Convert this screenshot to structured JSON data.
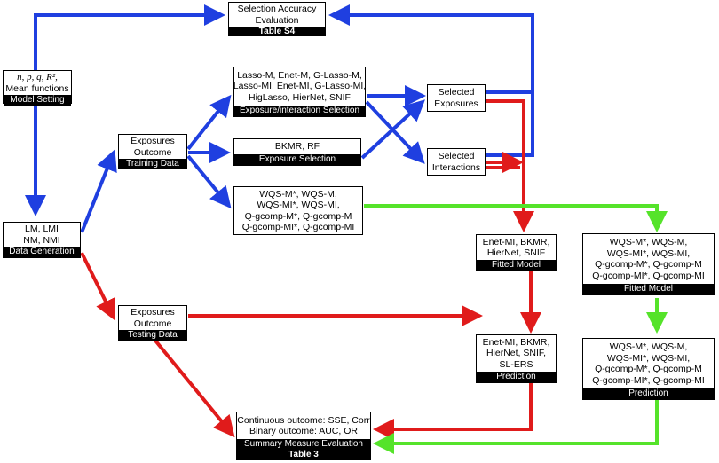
{
  "nodes": {
    "model_setting": {
      "lines": [
        "n, p, q, R², Mean functions"
      ],
      "line1": "n, p, q, R²,",
      "line2": "Mean functions",
      "footer": "Model Setting"
    },
    "selection_accuracy": {
      "line1": "Selection Accuracy",
      "line2": "Evaluation",
      "footer": "Table S4"
    },
    "exposure_interaction_selection": {
      "line1": "Lasso-M, Enet-M, G-Lasso-M,",
      "line2": "Lasso-MI, Enet-MI, G-Lasso-MI,",
      "line3": "HigLasso, HierNet, SNIF",
      "footer": "Exposure/interaction Selection"
    },
    "exposure_selection": {
      "line1": "BKMR, RF",
      "footer": "Exposure Selection"
    },
    "wqs_models": {
      "line1": "WQS-M*, WQS-M,",
      "line2": "WQS-MI*, WQS-MI,",
      "line3": "Q-gcomp-M*,  Q-gcomp-M",
      "line4": "Q-gcomp-MI*,  Q-gcomp-MI"
    },
    "training_data": {
      "line1": "Exposures",
      "line2": "Outcome",
      "footer": "Training Data"
    },
    "data_generation": {
      "line1": "LM, LMI",
      "line2": "NM, NMI",
      "footer": "Data Generation"
    },
    "testing_data": {
      "line1": "Exposures",
      "line2": "Outcome",
      "footer": "Testing Data"
    },
    "selected_exposures": {
      "line1": "Selected",
      "line2": "Exposures"
    },
    "selected_interactions": {
      "line1": "Selected",
      "line2": "Interactions"
    },
    "fitted_model_left": {
      "line1": "Enet-MI, BKMR,",
      "line2": "HierNet, SNIF",
      "footer": "Fitted Model"
    },
    "fitted_model_right": {
      "line1": "WQS-M*, WQS-M,",
      "line2": "WQS-MI*, WQS-MI,",
      "line3": "Q-gcomp-M*,  Q-gcomp-M",
      "line4": "Q-gcomp-MI*,  Q-gcomp-MI",
      "footer": "Fitted Model"
    },
    "prediction_left": {
      "line1": "Enet-MI, BKMR,",
      "line2": "HierNet, SNIF,",
      "line3": "SL-ERS",
      "footer": "Prediction"
    },
    "prediction_right": {
      "line1": "WQS-M*, WQS-M,",
      "line2": "WQS-MI*, WQS-MI,",
      "line3": "Q-gcomp-M*,  Q-gcomp-M",
      "line4": "Q-gcomp-MI*,  Q-gcomp-MI",
      "footer": "Prediction"
    },
    "summary_measure": {
      "line1": "Continuous outcome: SSE, Corr",
      "line2": "Binary outcome: AUC, OR",
      "footer": "Summary Measure Evaluation",
      "footer2": "Table 3"
    }
  },
  "colors": {
    "blue": "#1f3fe0",
    "red": "#e01b1b",
    "green": "#55e32a",
    "black": "#000000"
  }
}
